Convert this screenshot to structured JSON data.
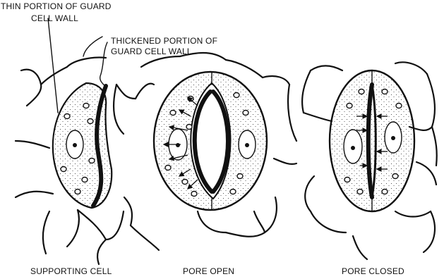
{
  "labels": {
    "thin_portion_line1": "THIN PORTION OF GUARD",
    "thin_portion_line2": "CELL WALL",
    "thickened_portion_line1": "THICKENED PORTION OF",
    "thickened_portion_line2": "GUARD CELL WALL",
    "supporting_cell": "SUPPORTING CELL",
    "pore_open": "PORE OPEN",
    "pore_closed": "PORE CLOSED"
  },
  "colors": {
    "ink": "#111111",
    "background": "#ffffff"
  }
}
